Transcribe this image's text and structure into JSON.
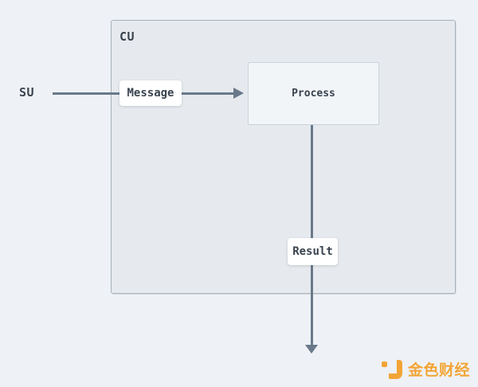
{
  "diagram": {
    "su_label": "SU",
    "cu_label": "CU",
    "process_label": "Process",
    "message_label": "Message",
    "result_label": "Result"
  },
  "colors": {
    "background": "#eef1f5",
    "container_fill": "#e6eaee",
    "container_border": "#a7b1bc",
    "process_fill": "#f2f5f8",
    "process_border": "#c9d2da",
    "arrow": "#69798a",
    "label_text": "#39434e",
    "watermark_orange": "#f2a437"
  },
  "watermark": {
    "text": "金色财经",
    "logo": "jinse-logo-icon"
  }
}
